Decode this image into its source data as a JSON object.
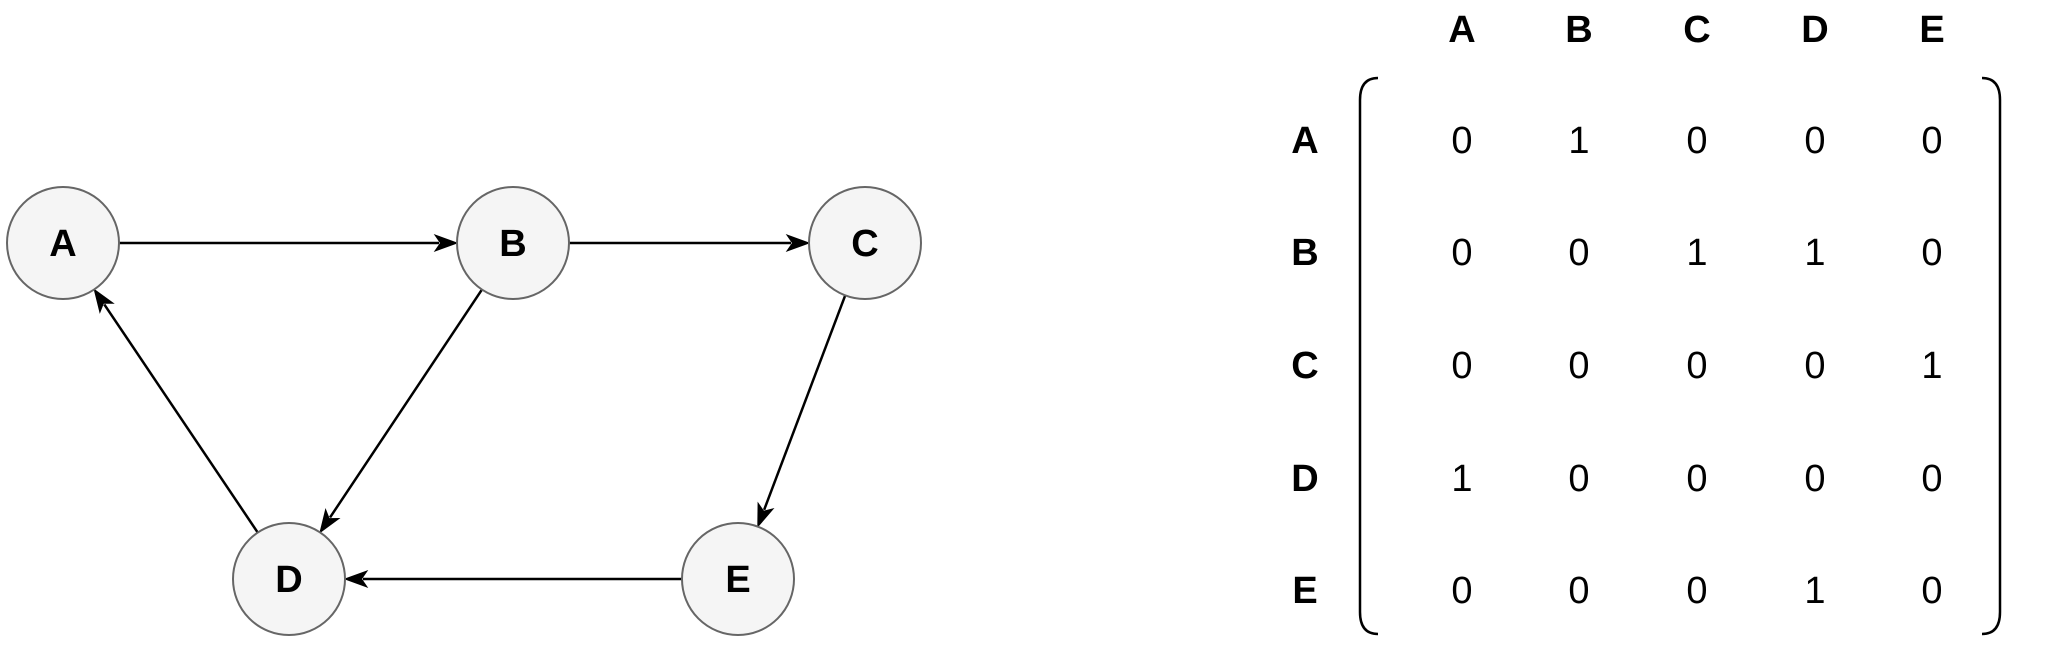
{
  "graph": {
    "nodes": [
      {
        "id": "A",
        "label": "A"
      },
      {
        "id": "B",
        "label": "B"
      },
      {
        "id": "C",
        "label": "C"
      },
      {
        "id": "D",
        "label": "D"
      },
      {
        "id": "E",
        "label": "E"
      }
    ],
    "edges": [
      {
        "from": "A",
        "to": "B"
      },
      {
        "from": "B",
        "to": "C"
      },
      {
        "from": "B",
        "to": "D"
      },
      {
        "from": "C",
        "to": "E"
      },
      {
        "from": "D",
        "to": "A"
      },
      {
        "from": "E",
        "to": "D"
      }
    ]
  },
  "matrix": {
    "column_headers": [
      "A",
      "B",
      "C",
      "D",
      "E"
    ],
    "row_headers": [
      "A",
      "B",
      "C",
      "D",
      "E"
    ],
    "values": [
      [
        "0",
        "1",
        "0",
        "0",
        "0"
      ],
      [
        "0",
        "0",
        "1",
        "1",
        "0"
      ],
      [
        "0",
        "0",
        "0",
        "0",
        "1"
      ],
      [
        "1",
        "0",
        "0",
        "0",
        "0"
      ],
      [
        "0",
        "0",
        "0",
        "1",
        "0"
      ]
    ]
  },
  "colors": {
    "node_fill": "#f5f5f5",
    "node_stroke": "#666666",
    "edge": "#000000",
    "text": "#000000"
  }
}
